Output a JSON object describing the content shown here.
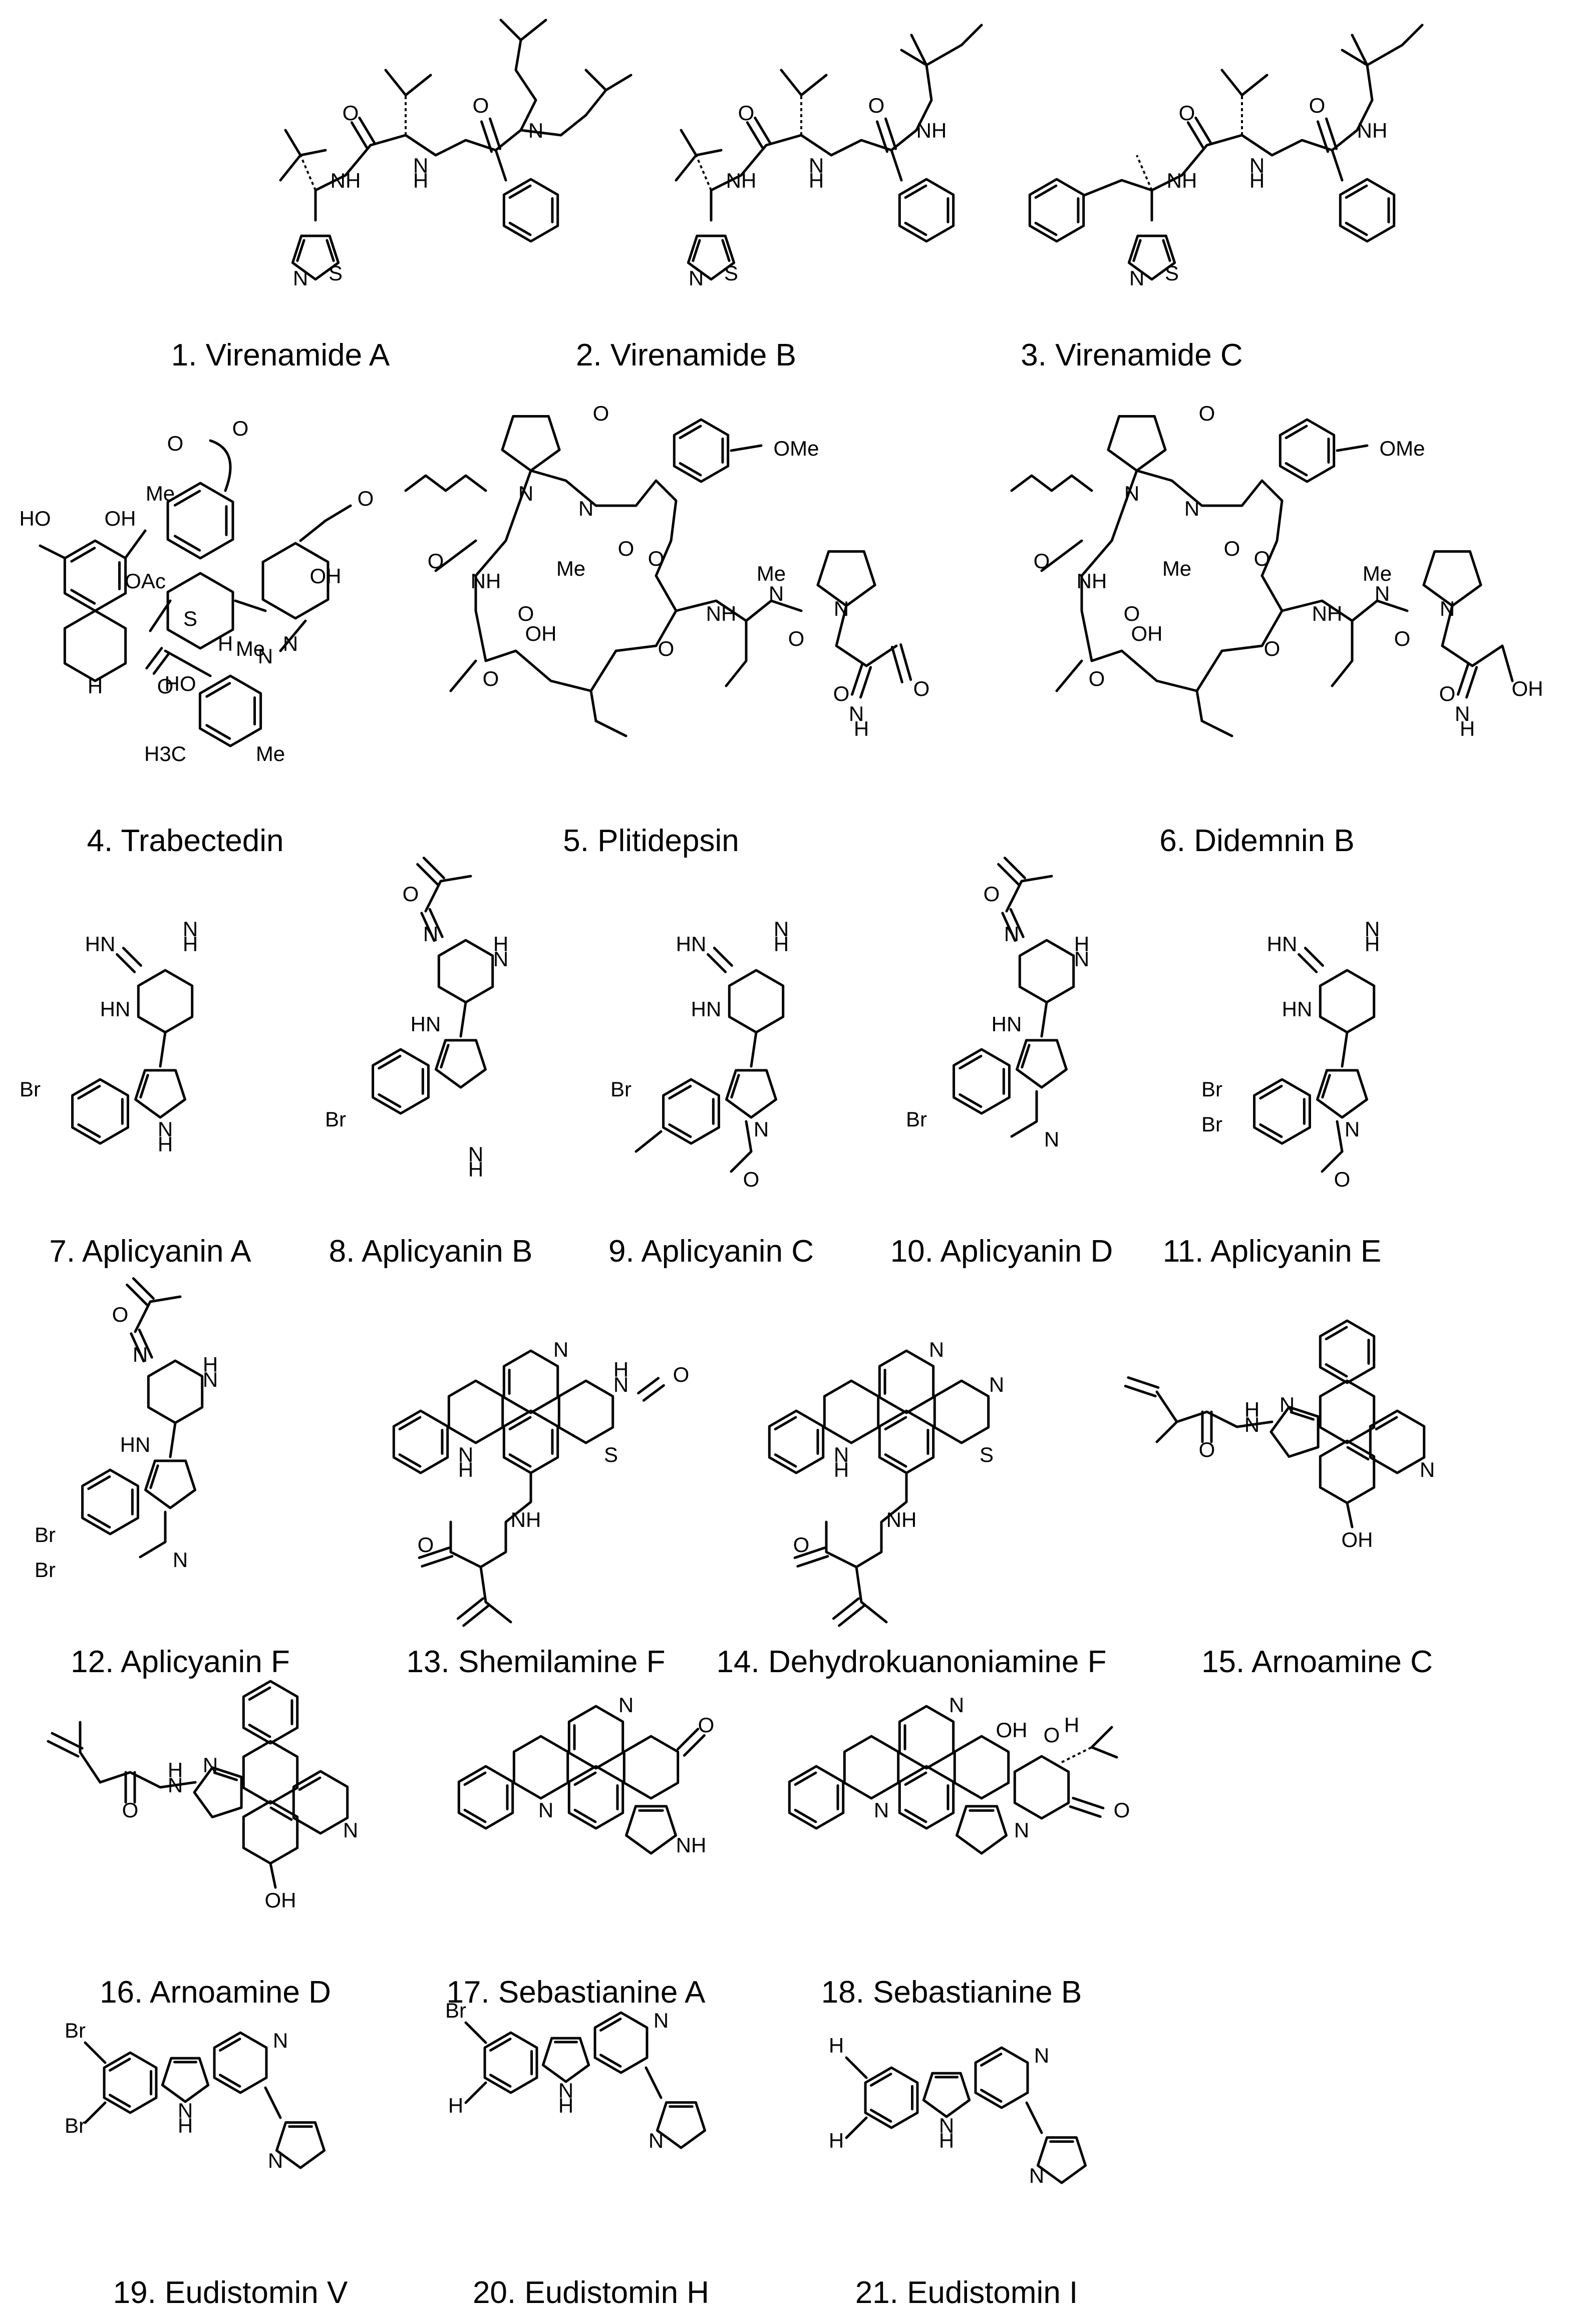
{
  "figure": {
    "structures": [
      {
        "id": "virenamide-a",
        "caption": "1. Virenamide   A",
        "atom_labels": [
          "NH",
          "N",
          "H",
          "O",
          "O",
          "N",
          "N",
          "S"
        ]
      },
      {
        "id": "virenamide-b",
        "caption": "2. Virenamide   B",
        "atom_labels": [
          "NH",
          "N",
          "H",
          "NH",
          "O",
          "O",
          "N",
          "S"
        ]
      },
      {
        "id": "virenamide-c",
        "caption": "3. Virenamide   C",
        "atom_labels": [
          "NH",
          "N",
          "H",
          "NH",
          "O",
          "O",
          "N",
          "S"
        ]
      },
      {
        "id": "trabectedin",
        "caption": "4. Trabectedin",
        "atom_labels": [
          "HO",
          "OH",
          "Me",
          "O",
          "O",
          "O",
          "OAc",
          "S",
          "N",
          "H",
          "O",
          "OH",
          "Me",
          "N",
          "H",
          "HO",
          "H3C",
          "Me"
        ]
      },
      {
        "id": "plitidepsin",
        "caption": "5. Plitidepsin",
        "atom_labels": [
          "N",
          "O",
          "N",
          "Me",
          "OMe",
          "O",
          "NH",
          "O",
          "O",
          "O",
          "OH",
          "O",
          "O",
          "NH",
          "N",
          "Me",
          "N",
          "O",
          "O",
          "O",
          "N",
          "H"
        ]
      },
      {
        "id": "didemnin-b",
        "caption": "6. Didemnin B",
        "atom_labels": [
          "N",
          "O",
          "N",
          "Me",
          "OMe",
          "O",
          "NH",
          "O",
          "O",
          "O",
          "OH",
          "O",
          "O",
          "NH",
          "N",
          "Me",
          "N",
          "O",
          "O",
          "OH",
          "N",
          "H"
        ]
      },
      {
        "id": "aplicyanin-a",
        "caption": "7. Aplicyanin   A",
        "atom_labels": [
          "HN",
          "N",
          "H",
          "HN",
          "Br",
          "N",
          "H"
        ]
      },
      {
        "id": "aplicyanin-b",
        "caption": "8. Aplicyanin   B",
        "atom_labels": [
          "O",
          "N",
          "N",
          "H",
          "HN",
          "Br",
          "N",
          "H"
        ]
      },
      {
        "id": "aplicyanin-c",
        "caption": "9. Aplicyanin   C",
        "atom_labels": [
          "HN",
          "N",
          "H",
          "HN",
          "Br",
          "N",
          "O"
        ]
      },
      {
        "id": "aplicyanin-d",
        "caption": "10. Aplicyanin   D",
        "atom_labels": [
          "O",
          "N",
          "N",
          "H",
          "HN",
          "Br",
          "N"
        ]
      },
      {
        "id": "aplicyanin-e",
        "caption": "11. Aplicyanin   E",
        "atom_labels": [
          "HN",
          "N",
          "H",
          "HN",
          "Br",
          "Br",
          "N",
          "O"
        ]
      },
      {
        "id": "aplicyanin-f",
        "caption": "12. Aplicyanin   F",
        "atom_labels": [
          "O",
          "N",
          "N",
          "H",
          "HN",
          "Br",
          "Br",
          "N"
        ]
      },
      {
        "id": "shermilamine-f",
        "caption": "13. Shemilamine F",
        "atom_labels": [
          "N",
          "N",
          "H",
          "O",
          "N",
          "H",
          "S",
          "O",
          "NH"
        ]
      },
      {
        "id": "dehydrokuanoniamine-f",
        "caption": "14. Dehydrokuanoniamine F",
        "atom_labels": [
          "N",
          "N",
          "N",
          "H",
          "S",
          "O",
          "NH"
        ]
      },
      {
        "id": "arnoamine-c",
        "caption": "15. Arnoamine   C",
        "atom_labels": [
          "O",
          "N",
          "H",
          "N",
          "N",
          "OH"
        ]
      },
      {
        "id": "arnoamine-d",
        "caption": "16. Arnoamine   D",
        "atom_labels": [
          "O",
          "N",
          "H",
          "N",
          "N",
          "OH"
        ]
      },
      {
        "id": "sebastianine-a",
        "caption": "17. Sebastianine A",
        "atom_labels": [
          "N",
          "O",
          "N",
          "NH"
        ]
      },
      {
        "id": "sebastianine-b",
        "caption": "18. Sebastianine B",
        "atom_labels": [
          "N",
          "OH",
          "O",
          "H",
          "N",
          "N",
          "O"
        ]
      },
      {
        "id": "eudistomin-v",
        "caption": "19. Eudistomin V",
        "atom_labels": [
          "Br",
          "Br",
          "N",
          "H",
          "N",
          "N"
        ]
      },
      {
        "id": "eudistomin-h",
        "caption": "20. Eudistomin H",
        "atom_labels": [
          "Br",
          "H",
          "N",
          "H",
          "N",
          "N"
        ]
      },
      {
        "id": "eudistomin-i",
        "caption": "21. Eudistomin I",
        "atom_labels": [
          "H",
          "H",
          "N",
          "H",
          "N",
          "N"
        ]
      }
    ]
  }
}
